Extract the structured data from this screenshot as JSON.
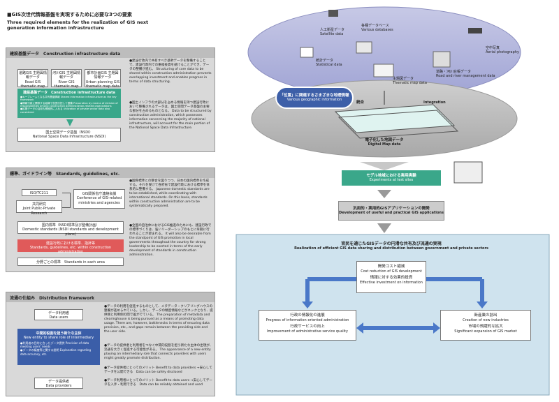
{
  "header": {
    "title_jp": "■GIS次世代情報基盤を実現するために必要な3つの要素",
    "title_en": "Three required elements for the realization of GIS next generation information infrastructure"
  },
  "panel1": {
    "title": "建設基盤データ　Construction infrastructure data",
    "boxes": [
      {
        "jp": "道路GIS 主題図情報データ",
        "en": "Road GIS thematic map data"
      },
      {
        "jp": "河川GIS 主題図情報データ",
        "en": "River GIS thematic map data"
      },
      {
        "jp": "都市計画GIS 主題図情報データ",
        "en": "Urban planning GIS thematic map data"
      }
    ],
    "green_title": "建設基盤データ　Construction infrastructure data",
    "green_items": [
      "●キーブレームとなる共有基盤情報 Shared information infrastructure as the key framework",
      "●情報行政に関係する組織で役割分担して整備 Preparation by means of division of responsibilities among construction administration-related organizations",
      "●民間データの活用も積極的に入れる Utilization of private sector data also considered"
    ],
    "nsdi_jp": "国土空間データ基盤（NSDI）",
    "nsdi_en": "National Space Data Infrastructure (NSDI)",
    "side1": "●建設行政内で共有すべき基幹データを整備することで、建設行政内での重複投資を避けることができ、データの整備が進む。 Structuring of core data to be shared within construction administration prevents overlapping investment and enables progress in terms of data structuring.",
    "side2": "●国土インフラの大部分を占める情報を持つ建設行政において整備されるデータは、国土空間データ基盤の主要な部分を占めるものとなる。 Data to be structured by construction administration, which possesses information concerning the majority of national infrastructure, will account for the main portion of the National Space Data Infrastructure."
  },
  "panel2": {
    "title": "標準、ガイドライン等　Standards, guidelines, etc.",
    "iso": "ISO/TC211",
    "joint_jp": "共同研究",
    "joint_en": "Joint Public-Private Research",
    "conf_jp": "GIS関係省庁連絡会議",
    "conf_en": "Conference of GIS-related ministries and agencies",
    "domestic_jp": "国内標準（NSDI標準及び整備計画）",
    "domestic_en": "Domestic standards (NSDI standards and development plans)",
    "red_jp": "建設行政における標準、指針等",
    "red_en": "Standards, guidelines, etc. within construction administration",
    "field_jp": "分野ごとの標準",
    "field_en": "Standards in each area",
    "side1": "●国際標準との整合を図りつつ、日本の国内標準を作成する。それを受けて各府省で建設行政における標準を体系的に整備する。 Japanese domestic standards are to be established, while coordinating with international standards. On this basis, standards within construction administration are to be systematically prepared.",
    "side2": "●全国の自治体におけるGIS推進のためにも、建設行政での標準づくりは、強いリーダーシップのもとに早期に行われることが望まれる。 It will also be desirable from the standpoint of GIS promotion in local governments throughout the country for strong leadership to be exerted in terms of the early development of standards in construction administration."
  },
  "panel3": {
    "title": "流通の仕組み　Distribution framework",
    "users_jp": "データ利用者",
    "users_en": "Data users",
    "blue_title_jp": "中間的役割を担う新たな主体",
    "blue_title_en": "New entity to share role of intermediary",
    "blue_items": [
      "●利用者の目的に合ったデータ提供 Provision of data meeting users' needs",
      "●データの精度等に関する説明 Explanation regarding data accuracy, etc."
    ],
    "providers_jp": "データ提供者",
    "providers_en": "Data providers",
    "side1": "●データの利用を促進するものとして、メタデータ・クリアリングハウスの整備が進められている。しかし、データの精度情報などがネックとなり、提供側と利用側の間で差がでている。 The preparation of metadata and clearinghouse is being pursued as a means of promoting data usage. There are, however, bottlenecks in terms of ensuring data precision, etc., and gaps remain between the providing side and the user side.",
    "side2": "●データの提供者と利用者をつなぐ中間的役割を担う新たな主体の出現が、流通を大きく促進する可能性がある。 The appearance of a new entity playing an intermediary role that connects providers with users might greatly promote distribution.",
    "benefit1": "●データ提供者にとってのメリット Benefit to data providers →安心してデータを公開できる　Data can be safely disclosed",
    "benefit2": "●データ利用者にとってのメリット Benefit to data users →安心してデータを入手・利用できる　Data can be reliably obtained and used"
  },
  "diagram": {
    "satellite_jp": "人工衛星データ",
    "satellite_en": "Satellite data",
    "databases_jp": "各種データベース",
    "databases_en": "Various databases",
    "aerial_jp": "空中写真",
    "aerial_en": "Aerial photography",
    "statistical_jp": "統計データ",
    "statistical_en": "Statistical data",
    "thematic_jp": "主題図データ",
    "thematic_en": "Thematic map data",
    "road_river_jp": "道路・河川台帳データ",
    "road_river_en": "Road and river management data",
    "location_jp": "「位置」に関連するさまざまな地理情報",
    "location_en": "Various geographic information",
    "integration_jp": "統合",
    "integration_en": "Integration",
    "digital_jp": "電子化した地図データ",
    "digital_en": "Digital Map data"
  },
  "flow": {
    "model_jp": "モデル地域における実用実験",
    "model_en": "Experiments at test sites",
    "dev_jp": "汎用的・実用的GISアプリケーションの開発",
    "dev_en": "Development of useful and practical GIS applications",
    "real_jp": "官民を通じたGISデータの円滑な共有及び流通の実現",
    "real_en": "Realization of efficient GIS data sharing and distribution between government and private sectors",
    "cost_jp": "開発コスト縮減",
    "cost_en": "Cost reduction of GIS development",
    "invest_jp": "情報に対する効果的投資",
    "invest_en": "Effective investment on information",
    "prog_jp": "行政の情報化の進展",
    "prog_en": "Progress of information-oriented administration",
    "svc_jp": "行政サービスの向上",
    "svc_en": "Improvement of administrative service quality",
    "ind_jp": "新産業の創出",
    "ind_en": "Creation of new industries",
    "mkt_jp": "市場の飛躍的な拡大",
    "mkt_en": "Significant expansion of GIS market"
  }
}
